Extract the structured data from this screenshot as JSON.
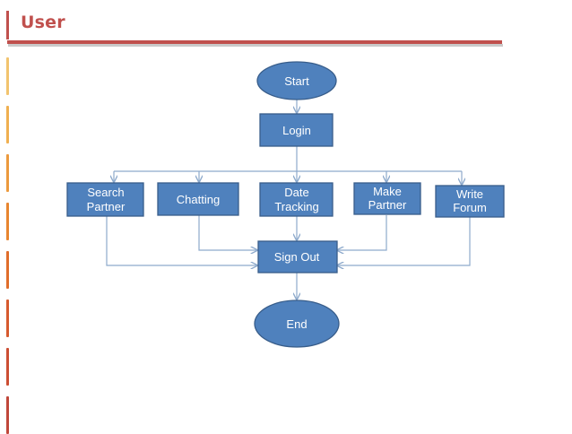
{
  "slide": {
    "title": "User"
  },
  "flowchart": {
    "start": "Start",
    "login": "Login",
    "actions": {
      "search_partner": [
        "Search",
        "Partner"
      ],
      "chatting": "Chatting",
      "date_tracking": [
        "Date",
        "Tracking"
      ],
      "make_partner": [
        "Make",
        "Partner"
      ],
      "write_forum": [
        "Write",
        "Forum"
      ]
    },
    "sign_out": "Sign Out",
    "end": "End"
  },
  "colors": {
    "title_accent": "#c0504d",
    "node_fill": "#4f81bd",
    "node_stroke": "#385d8a",
    "connector": "#8eaacc"
  },
  "icons": {}
}
